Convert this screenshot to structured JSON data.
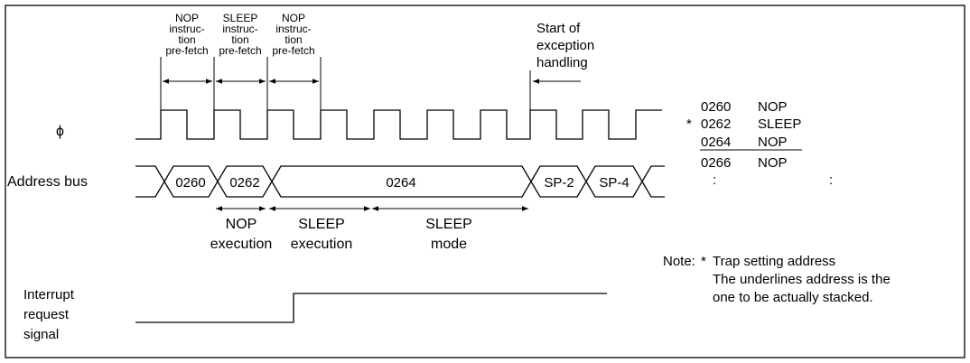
{
  "phases": {
    "nop1": [
      "NOP",
      "instruc-",
      "tion",
      "pre-fetch"
    ],
    "sleep": [
      "SLEEP",
      "instruc-",
      "tion",
      "pre-fetch"
    ],
    "nop2": [
      "NOP",
      "instruc-",
      "tion",
      "pre-fetch"
    ]
  },
  "exception_start": [
    "Start of",
    "exception",
    "handling"
  ],
  "signals": {
    "phi": "ϕ",
    "address_bus": "Address bus",
    "interrupt": [
      "Interrupt",
      "request",
      "signal"
    ]
  },
  "bus_values": [
    "0260",
    "0262",
    "0264",
    "SP-2",
    "SP-4"
  ],
  "execution_labels": {
    "nop_exec": [
      "NOP",
      "execution"
    ],
    "sleep_exec": [
      "SLEEP",
      "execution"
    ],
    "sleep_mode": [
      "SLEEP",
      "mode"
    ]
  },
  "memory_listing": [
    {
      "marker": "",
      "address": "0260",
      "instruction": "NOP"
    },
    {
      "marker": "*",
      "address": "0262",
      "instruction": "SLEEP"
    },
    {
      "marker": "",
      "address": "0264",
      "instruction": "NOP"
    },
    {
      "marker": "",
      "address": "0266",
      "instruction": "NOP"
    },
    {
      "marker": "",
      "address": ":",
      "instruction": ":"
    }
  ],
  "note": {
    "prefix": "Note:",
    "marker": "*",
    "lines": [
      "Trap setting address",
      "The underlines address is the",
      "one to be actually stacked."
    ]
  }
}
